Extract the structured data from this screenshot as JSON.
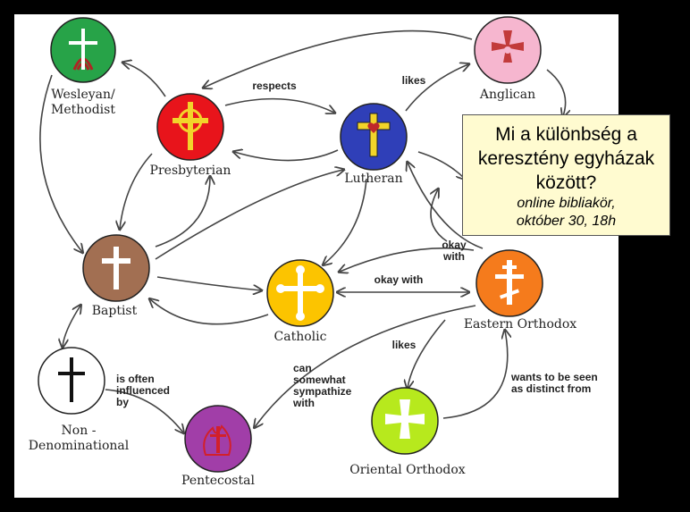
{
  "nodes": [
    {
      "id": "methodist",
      "label_lines": [
        "Wesleyan/",
        "Methodist"
      ],
      "color": "#27a348",
      "symbol": "cross-flame-icon"
    },
    {
      "id": "presbyterian",
      "label_lines": [
        "Presbyterian"
      ],
      "color": "#e8141b",
      "symbol": "celtic-cross-icon"
    },
    {
      "id": "lutheran",
      "label_lines": [
        "Lutheran"
      ],
      "color": "#2f3fb8",
      "symbol": "luther-cross-icon"
    },
    {
      "id": "anglican",
      "label_lines": [
        "Anglican"
      ],
      "color": "#f6b6cf",
      "symbol": "anglican-cross-icon"
    },
    {
      "id": "baptist",
      "label_lines": [
        "Baptist"
      ],
      "color": "#a26f52",
      "symbol": "plain-cross-icon"
    },
    {
      "id": "catholic",
      "label_lines": [
        "Catholic"
      ],
      "color": "#fcc400",
      "symbol": "budded-cross-icon"
    },
    {
      "id": "orthodox",
      "label_lines": [
        "Eastern Orthodox"
      ],
      "color": "#f57b1c",
      "symbol": "orthodox-cross-icon"
    },
    {
      "id": "nondenom",
      "label_lines": [
        "Non -",
        "Denominational"
      ],
      "color": "#ffffff",
      "symbol": "black-cross-icon"
    },
    {
      "id": "pentecostal",
      "label_lines": [
        "Pentecostal"
      ],
      "color": "#a13ea8",
      "symbol": "flame-cross-icon"
    },
    {
      "id": "oriental",
      "label_lines": [
        "Oriental Orthodox"
      ],
      "color": "#b7e91d",
      "symbol": "oriental-cross-icon"
    }
  ],
  "edge_labels": [
    {
      "id": "respects",
      "lines": [
        "respects"
      ]
    },
    {
      "id": "likes-anglican",
      "lines": [
        "likes"
      ]
    },
    {
      "id": "okay-with-orthodox",
      "lines": [
        "okay",
        "with"
      ]
    },
    {
      "id": "okay-with-catholic",
      "lines": [
        "okay with"
      ]
    },
    {
      "id": "likes-oriental",
      "lines": [
        "likes"
      ]
    },
    {
      "id": "sympathize",
      "lines": [
        "can",
        "somewhat",
        "sympathize",
        "with"
      ]
    },
    {
      "id": "influenced",
      "lines": [
        "is often",
        "influenced",
        "by"
      ]
    },
    {
      "id": "distinct",
      "lines": [
        "wants to be seen",
        "as distinct from"
      ]
    }
  ],
  "callout": {
    "title": "Mi a különbség a keresztény egyházak között?",
    "line1": "online bibliakör,",
    "line2": "október 30, 18h"
  }
}
